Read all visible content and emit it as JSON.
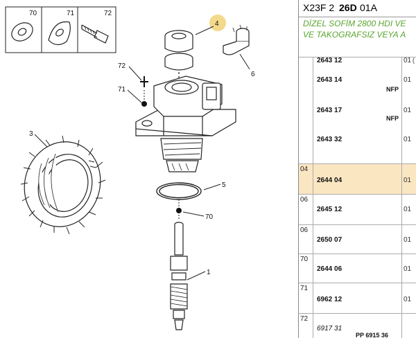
{
  "header": {
    "prefix": "X23F 2",
    "code_bold": "26D",
    "suffix": "01A"
  },
  "subtitle": {
    "line1": "DİZEL SOFİM 2800 HDI VE",
    "line2": "VE TAKOGRAFSIZ VEYA A"
  },
  "diagram": {
    "callouts": [
      "70",
      "71",
      "72",
      "4",
      "6",
      "72",
      "71",
      "3",
      "5",
      "70",
      "1"
    ],
    "marker_color": "#f3d98b"
  },
  "rows": [
    {
      "group": "",
      "part": "2643 12",
      "qty": "01",
      "nfp": ""
    },
    {
      "group": "",
      "part": "2643 14",
      "qty": "01",
      "nfp": "NFP"
    },
    {
      "group": "",
      "part": "2643 17",
      "qty": "01",
      "nfp": "NFP"
    },
    {
      "group": "",
      "part": "2643 32",
      "qty": "01",
      "nfp": ""
    },
    {
      "group": "04",
      "part": "2644 04",
      "qty": "01",
      "nfp": ""
    },
    {
      "group": "06",
      "part": "2645 12",
      "qty": "01",
      "nfp": ""
    },
    {
      "group": "06",
      "part": "2650 07",
      "qty": "01",
      "nfp": ""
    },
    {
      "group": "70",
      "part": "2644 06",
      "qty": "01",
      "nfp": ""
    },
    {
      "group": "71",
      "part": "6962 12",
      "qty": "01",
      "nfp": ""
    },
    {
      "group": "72",
      "part": "6917 31",
      "qty": "",
      "nfp": "PP 6915 36"
    }
  ],
  "highlight_color": "#fbe6c2"
}
